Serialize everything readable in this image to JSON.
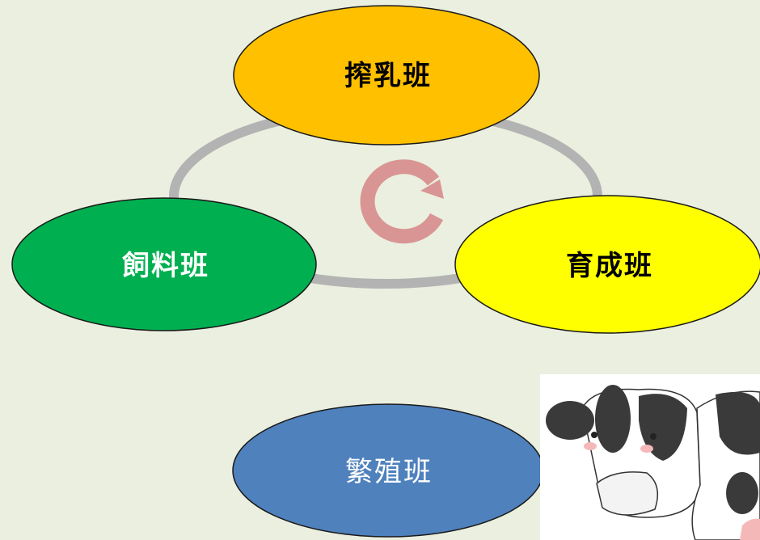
{
  "diagram": {
    "teams": {
      "milking": {
        "label": "搾乳班",
        "color": "#ffc000"
      },
      "feed": {
        "label": "飼料班",
        "color": "#00b050"
      },
      "rearing": {
        "label": "育成班",
        "color": "#ffff00"
      },
      "breeding": {
        "label": "繁殖班",
        "color": "#4f81bd"
      }
    },
    "cycle_ring_color": "#b3b3b3",
    "cycle_arrow_color": "#d99594",
    "background_color": "#ebefdf",
    "illustration": "cow-icon"
  }
}
